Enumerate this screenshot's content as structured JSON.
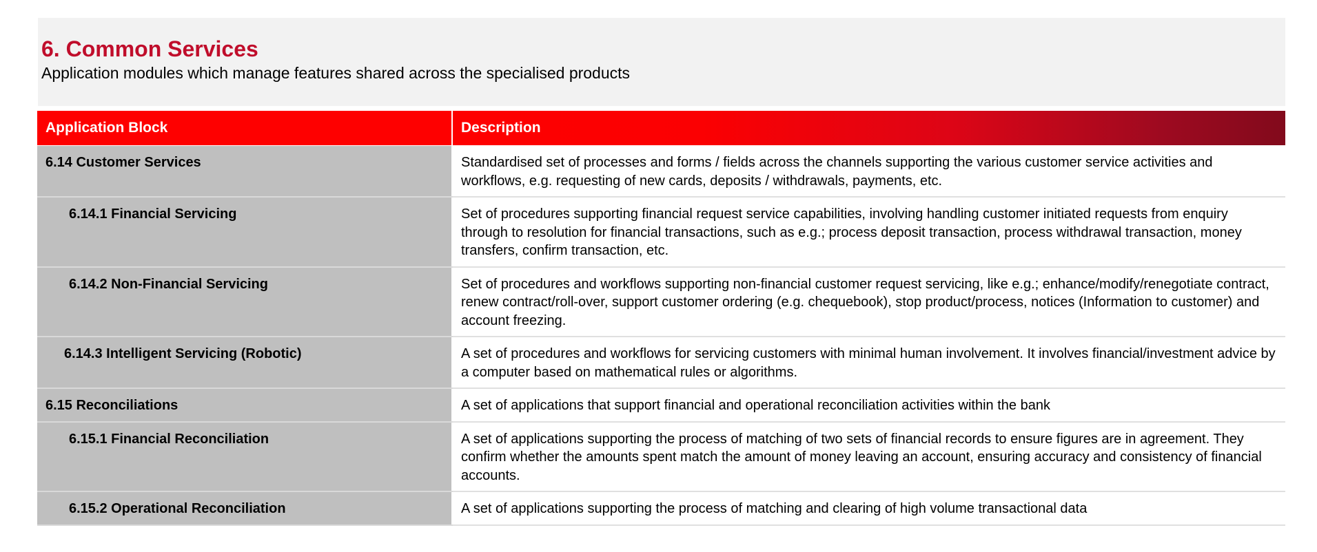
{
  "section": {
    "title": "6. Common Services",
    "subtitle": "Application modules which manage features shared across the specialised products"
  },
  "table": {
    "headers": {
      "block": "Application Block",
      "description": "Description"
    },
    "rows": [
      {
        "block": "6.14 Customer Services",
        "description": "Standardised set of processes and forms / fields across the channels supporting the various customer service activities and workflows, e.g. requesting of new cards, deposits / withdrawals, payments, etc."
      },
      {
        "block": "6.14.1 Financial Servicing",
        "description": "Set of procedures supporting financial request service capabilities, involving handling customer initiated requests from enquiry through to resolution for financial transactions, such as e.g.; process deposit transaction, process withdrawal transaction, money transfers,  confirm transaction,  etc."
      },
      {
        "block": "6.14.2 Non-Financial Servicing",
        "description": "Set of procedures and workflows supporting non-financial customer request servicing, like e.g.; enhance/modify/renegotiate contract, renew contract/roll-over, support customer ordering (e.g. chequebook), stop product/process, notices (Information to customer) and account freezing."
      },
      {
        "block": "6.14.3 Intelligent Servicing (Robotic)",
        "description": "A set of procedures and workflows for servicing customers with minimal human involvement. It involves financial/investment advice by a computer based on mathematical rules or algorithms."
      },
      {
        "block": "6.15 Reconciliations",
        "description": "A set of applications that support financial and operational reconciliation activities within the bank"
      },
      {
        "block": "6.15.1 Financial Reconciliation",
        "description": "A set of applications supporting the process of matching of two sets of financial records to ensure figures are in agreement. They confirm whether the amounts spent match the amount of money leaving an account, ensuring accuracy and consistency of financial accounts."
      },
      {
        "block": "6.15.2 Operational Reconciliation",
        "description": "A set of applications supporting the process of matching and clearing of high volume transactional data"
      }
    ]
  },
  "colors": {
    "title": "#c00d2b",
    "header_red": "#fe0000",
    "header_dark": "#820a1c",
    "block_cell": "#bfbfbf",
    "band": "#f2f2f2"
  }
}
